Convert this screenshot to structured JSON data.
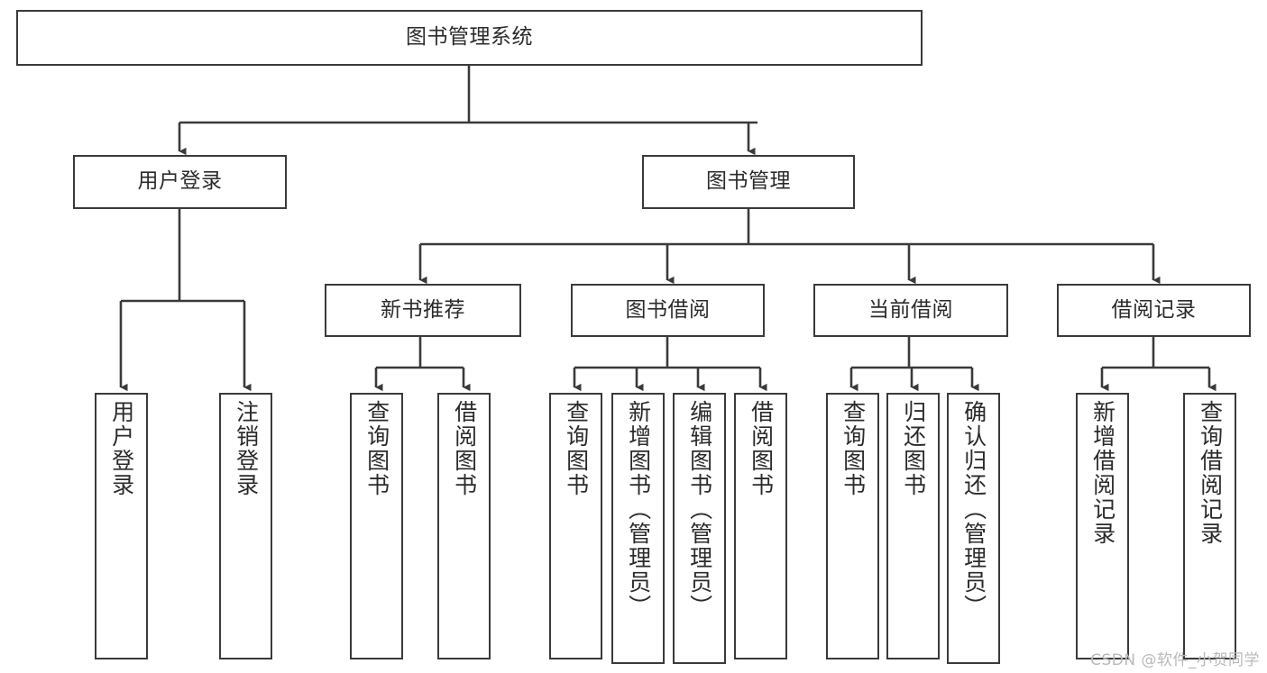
{
  "diagram": {
    "title": "图书管理系统",
    "type": "tree-hierarchy",
    "orientation": "top-down",
    "stroke_color": "#3a3a3a",
    "fill_color": "#ffffff",
    "text_color": "#2b2b2b"
  },
  "nodes": {
    "root": {
      "label": "图书管理系统",
      "level": 0
    },
    "level1": [
      {
        "id": "user-login",
        "label": "用户登录"
      },
      {
        "id": "book-manage",
        "label": "图书管理"
      }
    ],
    "level2": [
      {
        "id": "new-book-recommend",
        "label": "新书推荐",
        "parent": "book-manage"
      },
      {
        "id": "book-borrow",
        "label": "图书借阅",
        "parent": "book-manage"
      },
      {
        "id": "current-borrow",
        "label": "当前借阅",
        "parent": "book-manage"
      },
      {
        "id": "borrow-record",
        "label": "借阅记录",
        "parent": "book-manage"
      }
    ],
    "leaves": [
      {
        "id": "leaf-user-login",
        "label": "用户登录",
        "parent": "user-login"
      },
      {
        "id": "leaf-logout",
        "label": "注销登录",
        "parent": "user-login"
      },
      {
        "id": "leaf-query-book-1",
        "label": "查询图书",
        "parent": "new-book-recommend"
      },
      {
        "id": "leaf-borrow-book-1",
        "label": "借阅图书",
        "parent": "new-book-recommend"
      },
      {
        "id": "leaf-query-book-2",
        "label": "查询图书",
        "parent": "book-borrow"
      },
      {
        "id": "leaf-add-book",
        "label": "新增图书（管理员）",
        "parent": "book-borrow"
      },
      {
        "id": "leaf-edit-book",
        "label": "编辑图书（管理员）",
        "parent": "book-borrow"
      },
      {
        "id": "leaf-borrow-book-2",
        "label": "借阅图书",
        "parent": "book-borrow"
      },
      {
        "id": "leaf-query-book-3",
        "label": "查询图书",
        "parent": "current-borrow"
      },
      {
        "id": "leaf-return-book",
        "label": "归还图书",
        "parent": "current-borrow"
      },
      {
        "id": "leaf-confirm-return",
        "label": "确认归还（管理员）",
        "parent": "current-borrow"
      },
      {
        "id": "leaf-add-record",
        "label": "新增借阅记录",
        "parent": "borrow-record"
      },
      {
        "id": "leaf-query-record",
        "label": "查询借阅记录",
        "parent": "borrow-record"
      }
    ]
  },
  "watermark": {
    "text": "CSDN @软件_小贺同学"
  }
}
